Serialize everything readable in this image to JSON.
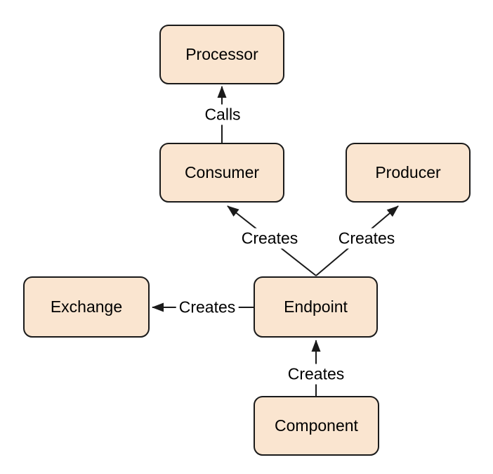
{
  "diagram": {
    "description": "Architecture diagram showing relationships between components",
    "colors": {
      "background": "#ffffff",
      "node_fill": "#fae5d0",
      "node_border": "#1a1a1a",
      "text": "#000000",
      "arrow": "#1a1a1a"
    },
    "nodes": [
      {
        "id": "processor",
        "label": "Processor"
      },
      {
        "id": "consumer",
        "label": "Consumer"
      },
      {
        "id": "producer",
        "label": "Producer"
      },
      {
        "id": "exchange",
        "label": "Exchange"
      },
      {
        "id": "endpoint",
        "label": "Endpoint"
      },
      {
        "id": "component",
        "label": "Component"
      }
    ],
    "edges": [
      {
        "id": "consumer-calls-processor",
        "label": "Calls",
        "from": "Consumer",
        "to": "Processor"
      },
      {
        "id": "endpoint-creates-consumer",
        "label": "Creates",
        "from": "Endpoint",
        "to": "Consumer"
      },
      {
        "id": "endpoint-creates-producer",
        "label": "Creates",
        "from": "Endpoint",
        "to": "Producer"
      },
      {
        "id": "endpoint-creates-exchange",
        "label": "Creates",
        "from": "Endpoint",
        "to": "Exchange"
      },
      {
        "id": "component-creates-endpoint",
        "label": "Creates",
        "from": "Component",
        "to": "Endpoint"
      }
    ]
  }
}
